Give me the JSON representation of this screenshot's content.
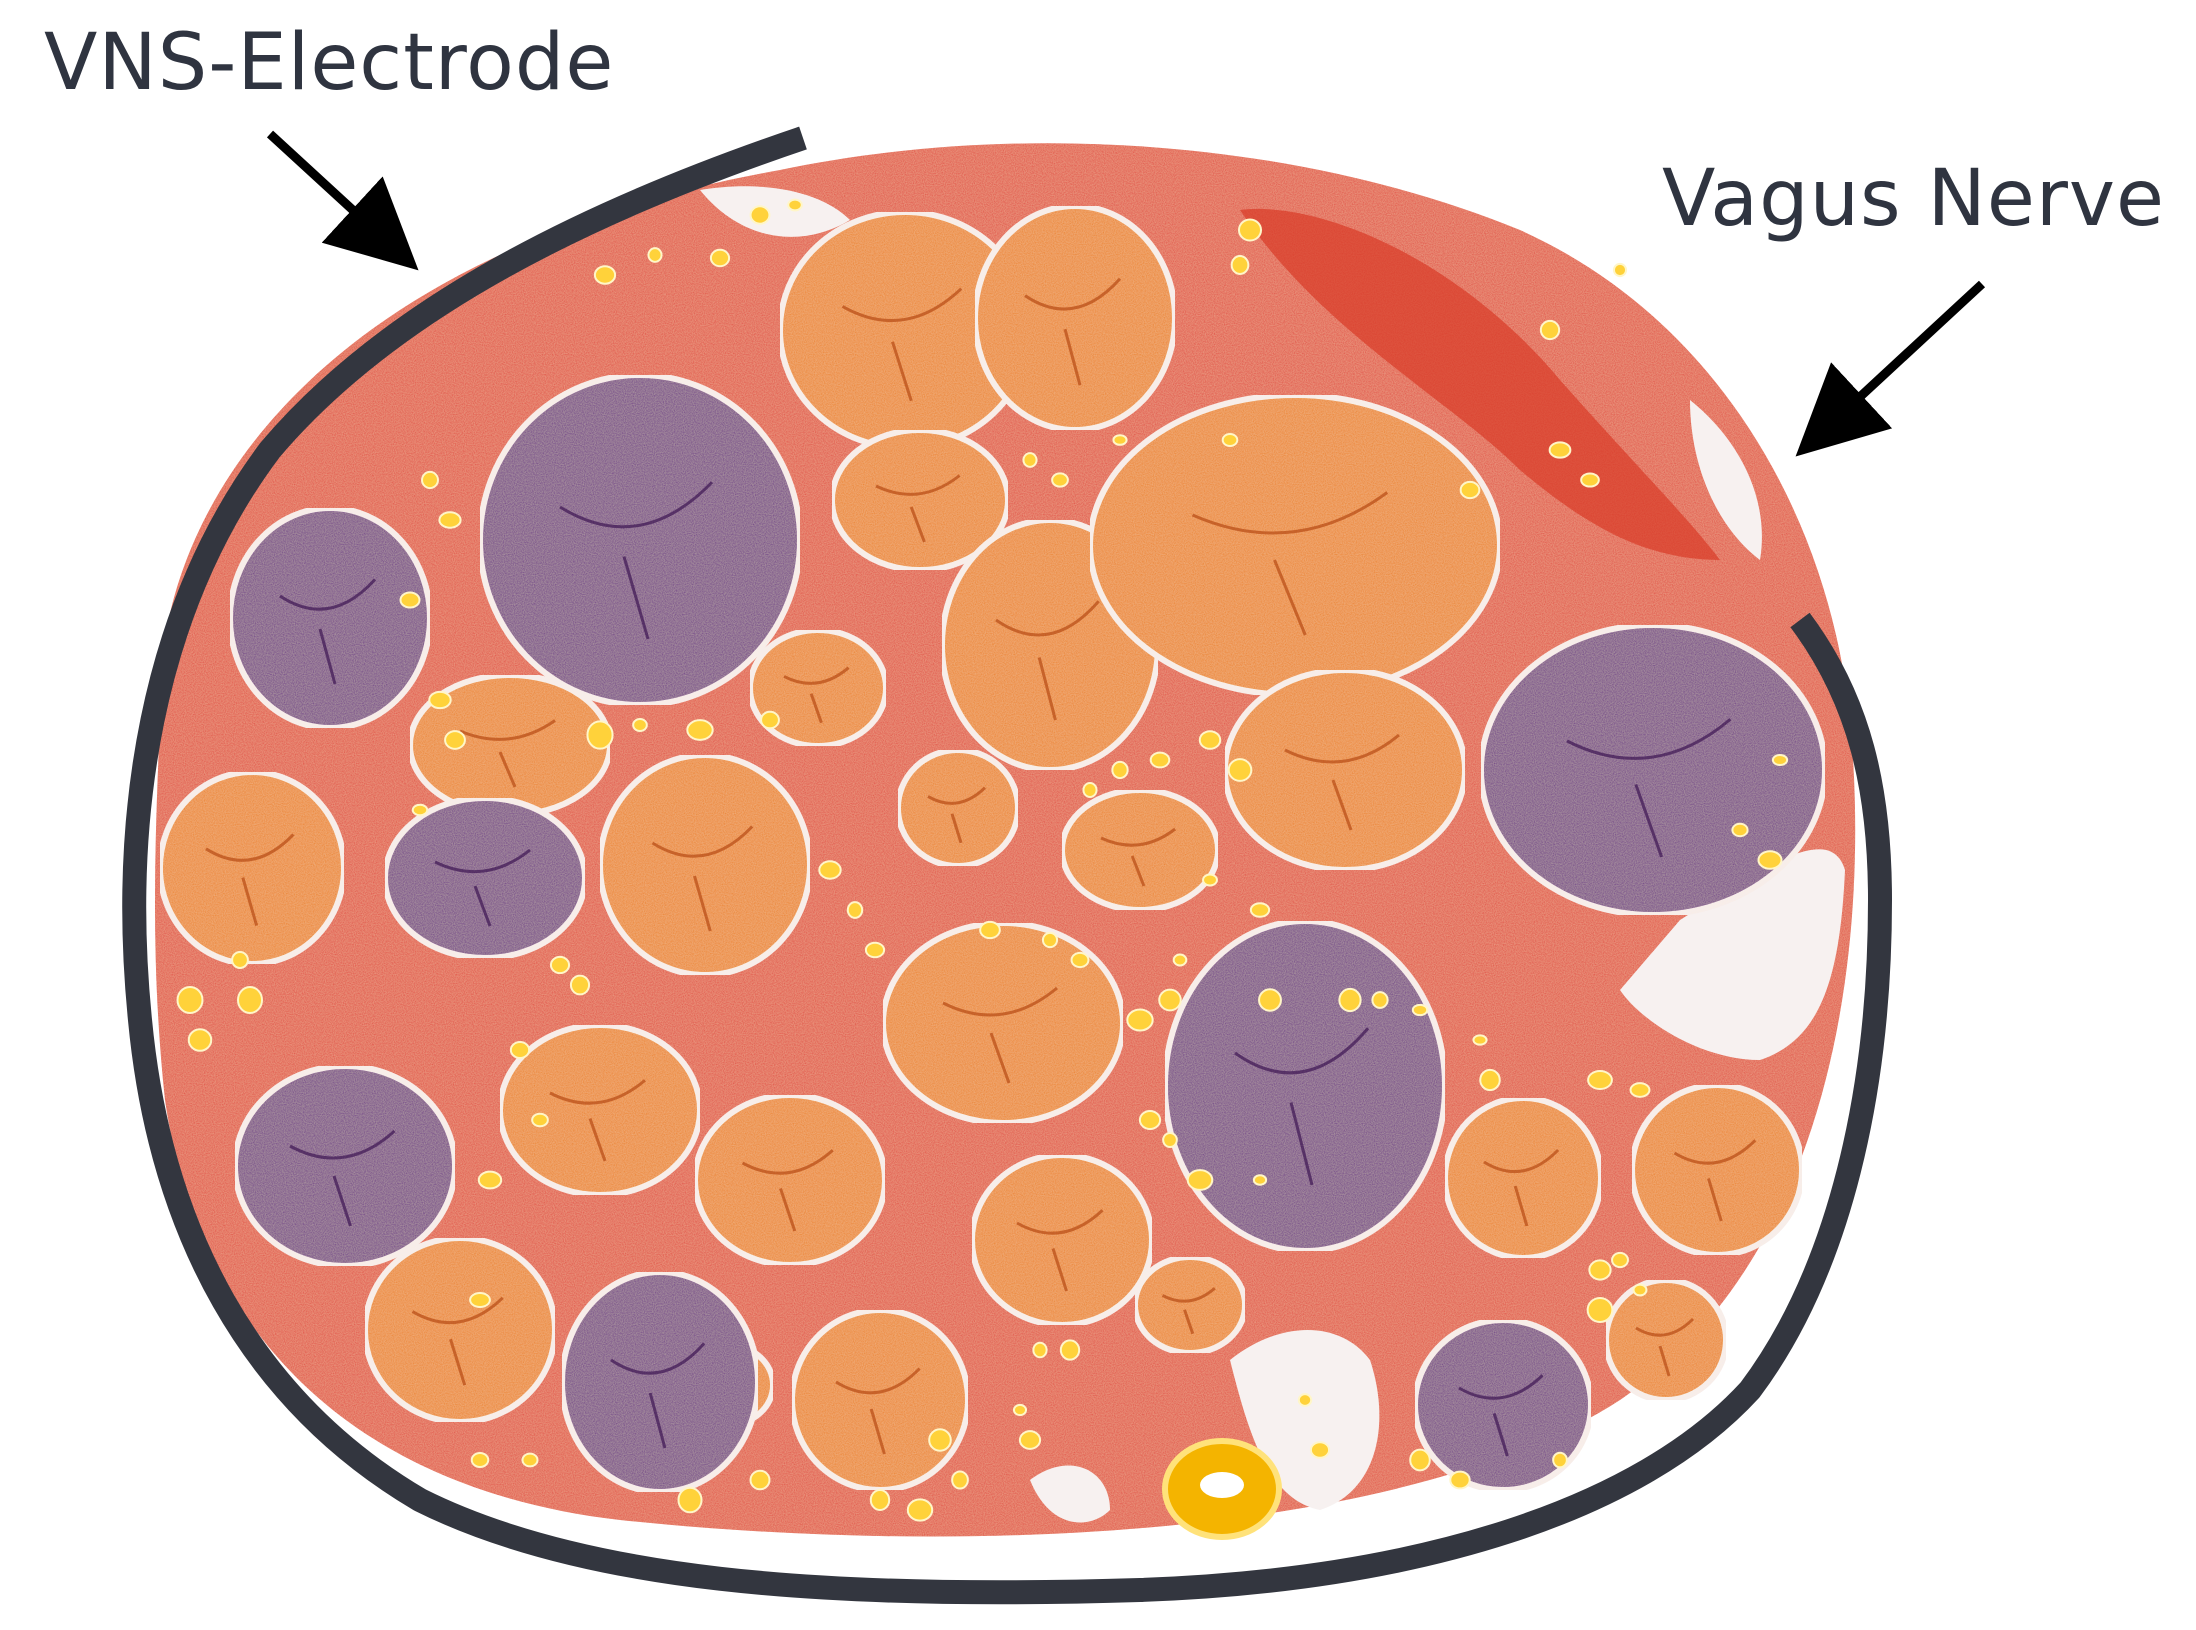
{
  "labels": {
    "electrode": "VNS-Electrode",
    "nerve": "Vagus Nerve"
  },
  "colors": {
    "epineurium": "#e0453d",
    "epineurium_dark": "#c9302c",
    "fascicle_orange": "#ea7f1a",
    "fascicle_purple": "#6a2d86",
    "perineurium": "#f6ecef",
    "adipocyte": "#ffd23a",
    "electrode": "#33363f",
    "arrow": "#000000",
    "label_text": "#2f3440"
  },
  "fascicles": [
    {
      "type": "orange",
      "id": 1
    },
    {
      "type": "orange",
      "id": 2
    },
    {
      "type": "orange",
      "id": 3
    },
    {
      "type": "orange",
      "id": 4
    },
    {
      "type": "orange",
      "id": 5
    },
    {
      "type": "orange",
      "id": 6
    },
    {
      "type": "orange",
      "id": 7
    },
    {
      "type": "orange",
      "id": 8
    },
    {
      "type": "orange",
      "id": 9
    },
    {
      "type": "orange",
      "id": 10
    },
    {
      "type": "orange",
      "id": 11
    },
    {
      "type": "orange",
      "id": 12
    },
    {
      "type": "orange",
      "id": 13
    },
    {
      "type": "orange",
      "id": 14
    },
    {
      "type": "orange",
      "id": 15
    },
    {
      "type": "orange",
      "id": 16
    },
    {
      "type": "orange",
      "id": 17
    },
    {
      "type": "orange",
      "id": 18
    },
    {
      "type": "orange",
      "id": 19
    },
    {
      "type": "orange",
      "id": 20
    },
    {
      "type": "orange",
      "id": 21
    },
    {
      "type": "orange",
      "id": 22
    },
    {
      "type": "orange",
      "id": 23
    },
    {
      "type": "orange",
      "id": 24
    },
    {
      "type": "purple",
      "id": 25
    },
    {
      "type": "purple",
      "id": 26
    },
    {
      "type": "purple",
      "id": 27
    },
    {
      "type": "purple",
      "id": 28
    },
    {
      "type": "purple",
      "id": 29
    },
    {
      "type": "purple",
      "id": 30
    },
    {
      "type": "purple",
      "id": 31
    },
    {
      "type": "purple",
      "id": 32
    }
  ]
}
